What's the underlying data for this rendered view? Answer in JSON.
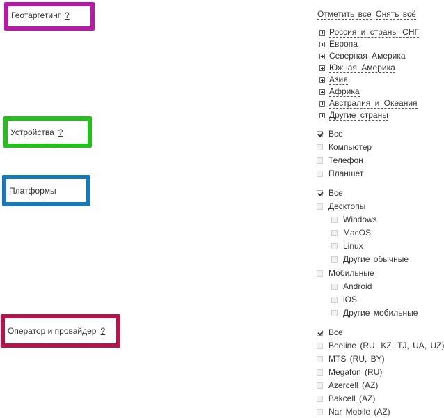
{
  "sections": {
    "geo": {
      "label": "Геотаргетинг",
      "help": "?",
      "border_color": "#b51ba4"
    },
    "devices": {
      "label": "Устройства",
      "help": "?",
      "border_color": "#22c01a"
    },
    "platforms": {
      "label": "Платформы",
      "border_color": "#1a78b8"
    },
    "operators": {
      "label": "Оператор и провайдер",
      "help": "?",
      "border_color": "#b8144a"
    }
  },
  "geo_actions": {
    "select_all": "Отметить все",
    "clear_all": "Снять всё"
  },
  "regions": [
    "Россия и страны СНГ",
    "Европа",
    "Северная Америка",
    "Южная Америка",
    "Азия",
    "Африка",
    "Австралия и Океания",
    "Другие страны"
  ],
  "devices": [
    {
      "label": "Все",
      "checked": true
    },
    {
      "label": "Компьютер",
      "checked": false
    },
    {
      "label": "Телефон",
      "checked": false
    },
    {
      "label": "Планшет",
      "checked": false
    }
  ],
  "platforms": [
    {
      "label": "Все",
      "checked": true
    },
    {
      "label": "Десктопы",
      "checked": false
    },
    {
      "label": "Windows",
      "checked": false
    },
    {
      "label": "MacOS",
      "checked": false
    },
    {
      "label": "Linux",
      "checked": false
    },
    {
      "label": "Другие обычные",
      "checked": false
    },
    {
      "label": "Мобильные",
      "checked": false
    },
    {
      "label": "Android",
      "checked": false
    },
    {
      "label": "iOS",
      "checked": false
    },
    {
      "label": "Другие мобильные",
      "checked": false
    }
  ],
  "operators": [
    {
      "label": "Все",
      "checked": true
    },
    {
      "label": "Beeline (RU, KZ, TJ, UA, UZ)",
      "checked": false
    },
    {
      "label": "MTS (RU, BY)",
      "checked": false
    },
    {
      "label": "Megafon (RU)",
      "checked": false
    },
    {
      "label": "Azercell (AZ)",
      "checked": false
    },
    {
      "label": "Bakcell (AZ)",
      "checked": false
    },
    {
      "label": "Nar Mobile (AZ)",
      "checked": false
    }
  ]
}
